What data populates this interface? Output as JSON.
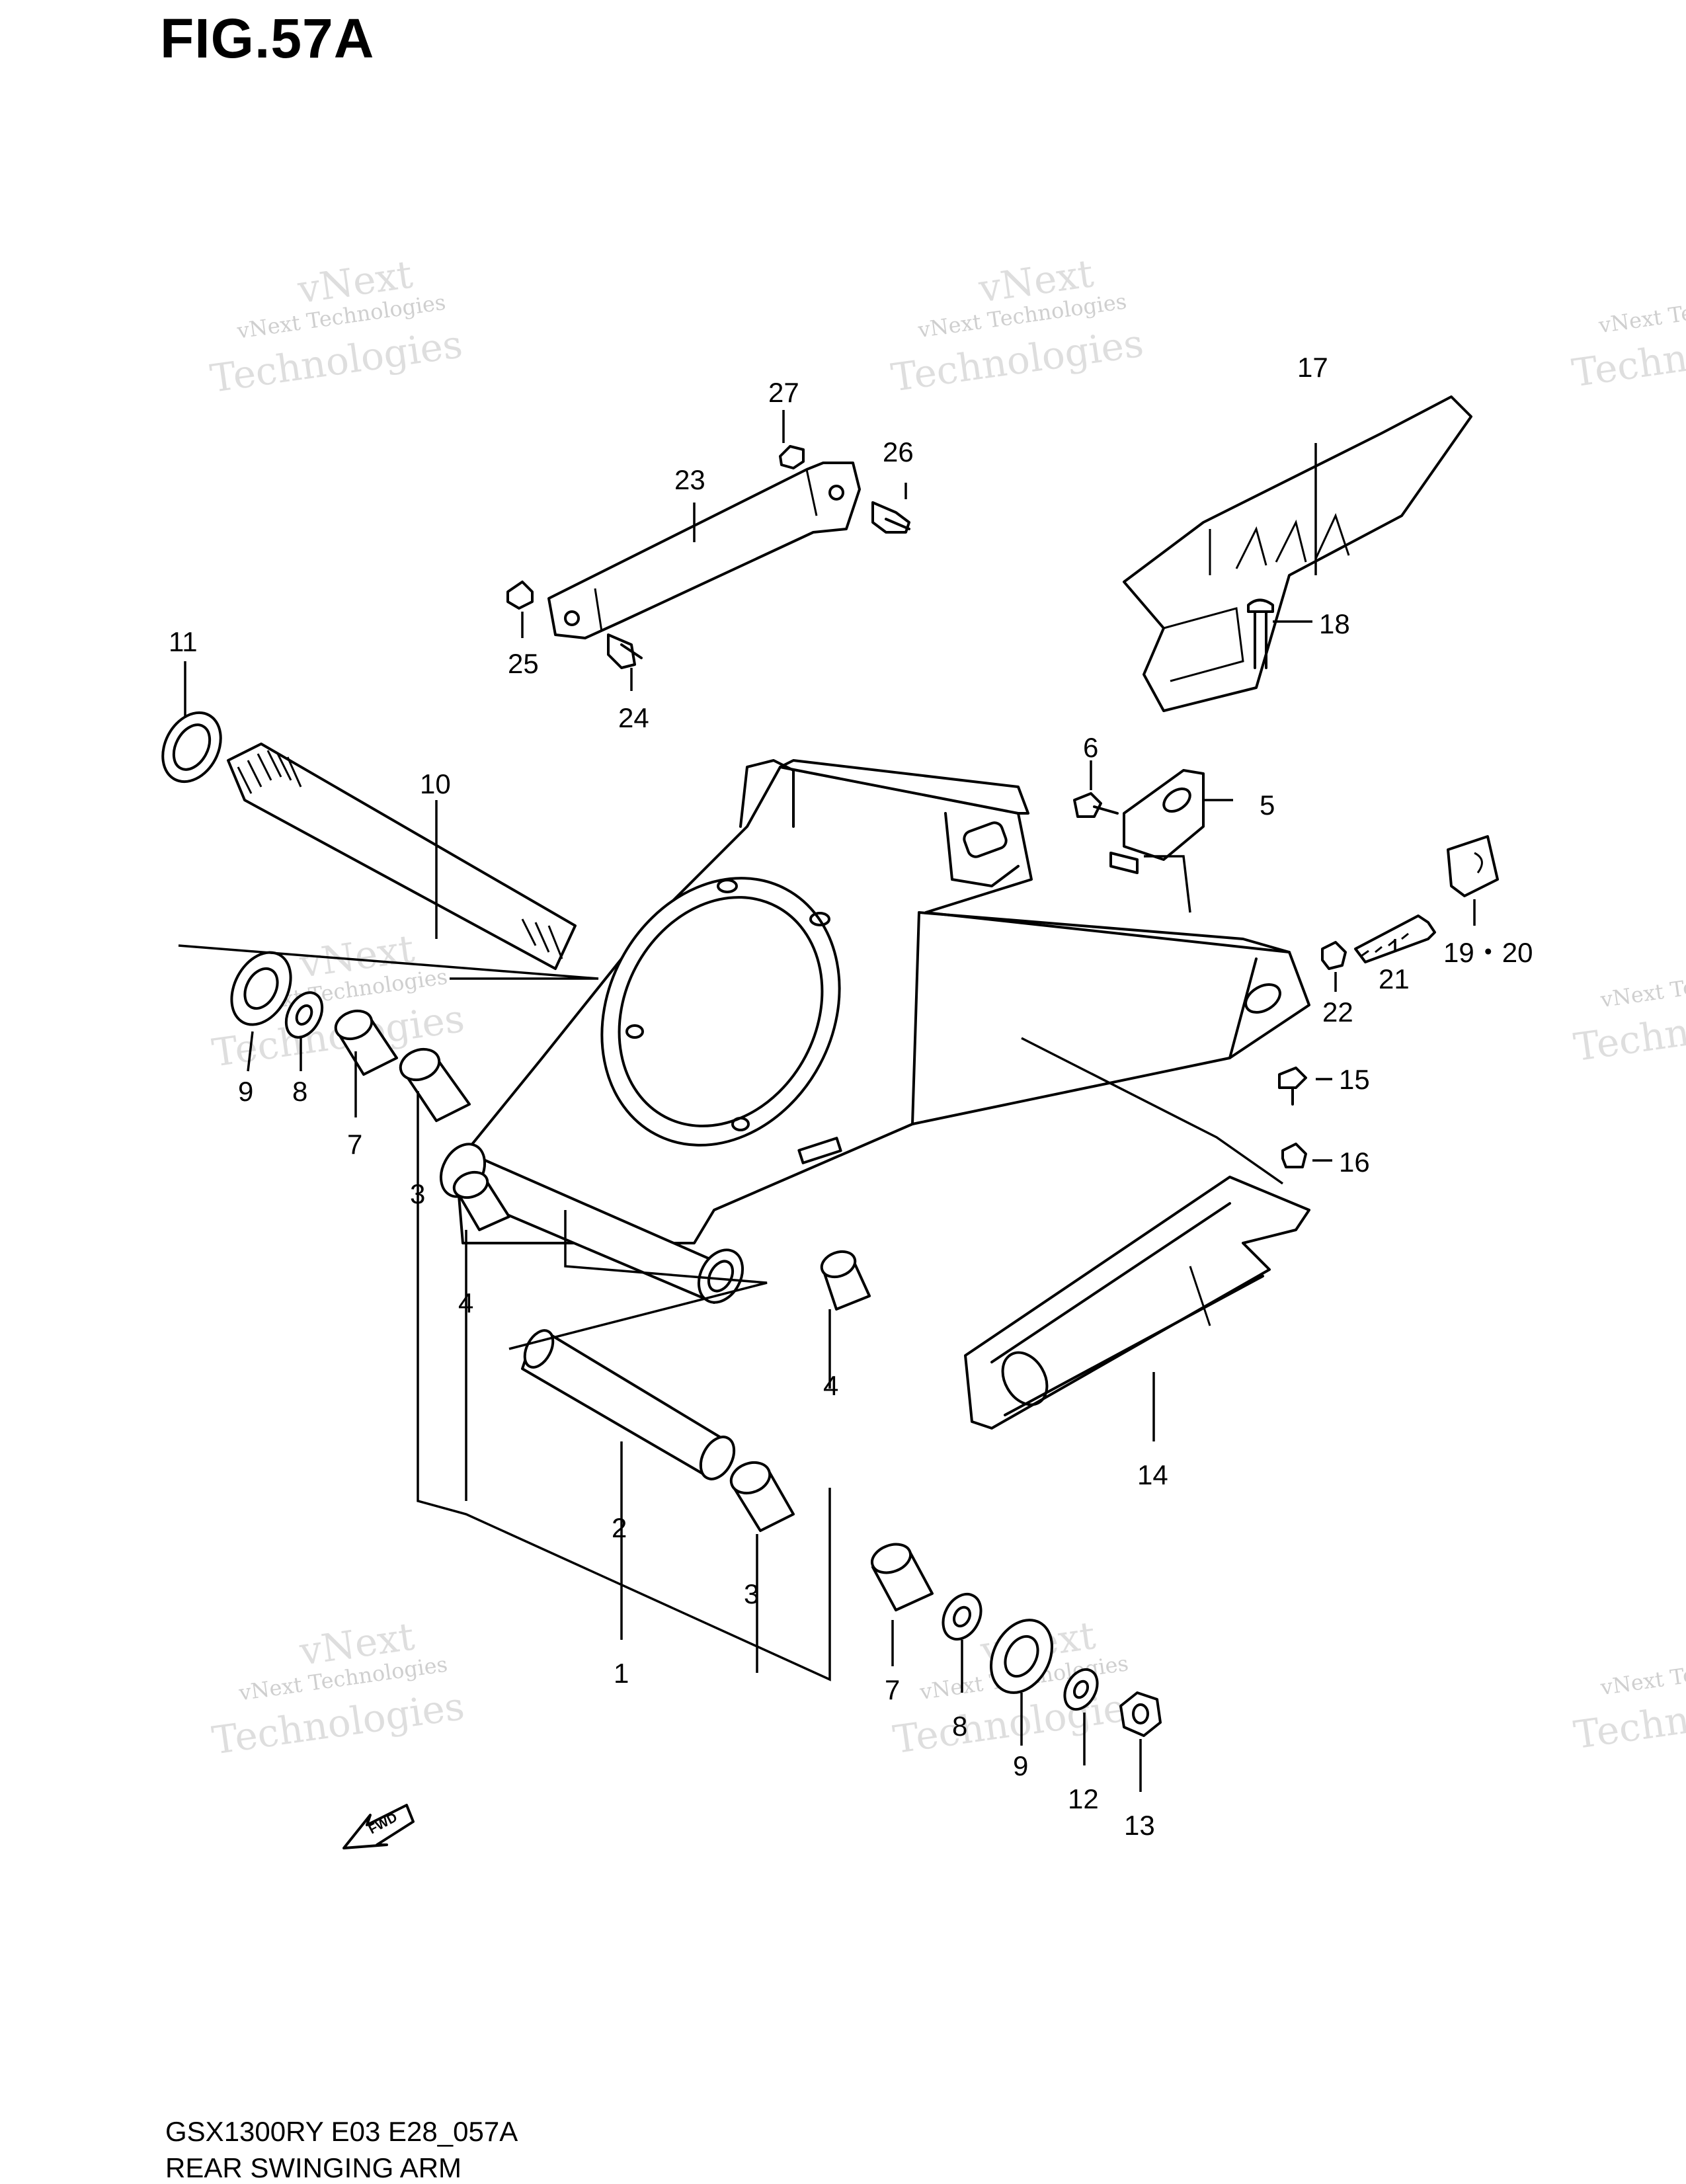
{
  "figure": {
    "title": "FIG.57A",
    "code": "GSX1300RY E03 E28_057A",
    "name": "REAR SWINGING ARM"
  },
  "watermark": {
    "line1": "vNext Technologies",
    "line2": "Technologies",
    "line3": "vNext"
  },
  "fwd_label": "FWD",
  "callouts": {
    "c1": "1",
    "c2": "2",
    "c3a": "3",
    "c3b": "3",
    "c4a": "4",
    "c4b": "4",
    "c5": "5",
    "c6": "6",
    "c7a": "7",
    "c7b": "7",
    "c8a": "8",
    "c8b": "8",
    "c9a": "9",
    "c9b": "9",
    "c10": "10",
    "c11": "11",
    "c12": "12",
    "c13": "13",
    "c14": "14",
    "c15": "15",
    "c16": "16",
    "c17": "17",
    "c18": "18",
    "c1920": "19・20",
    "c21": "21",
    "c22": "22",
    "c23": "23",
    "c24": "24",
    "c25": "25",
    "c26": "26",
    "c27": "27"
  }
}
